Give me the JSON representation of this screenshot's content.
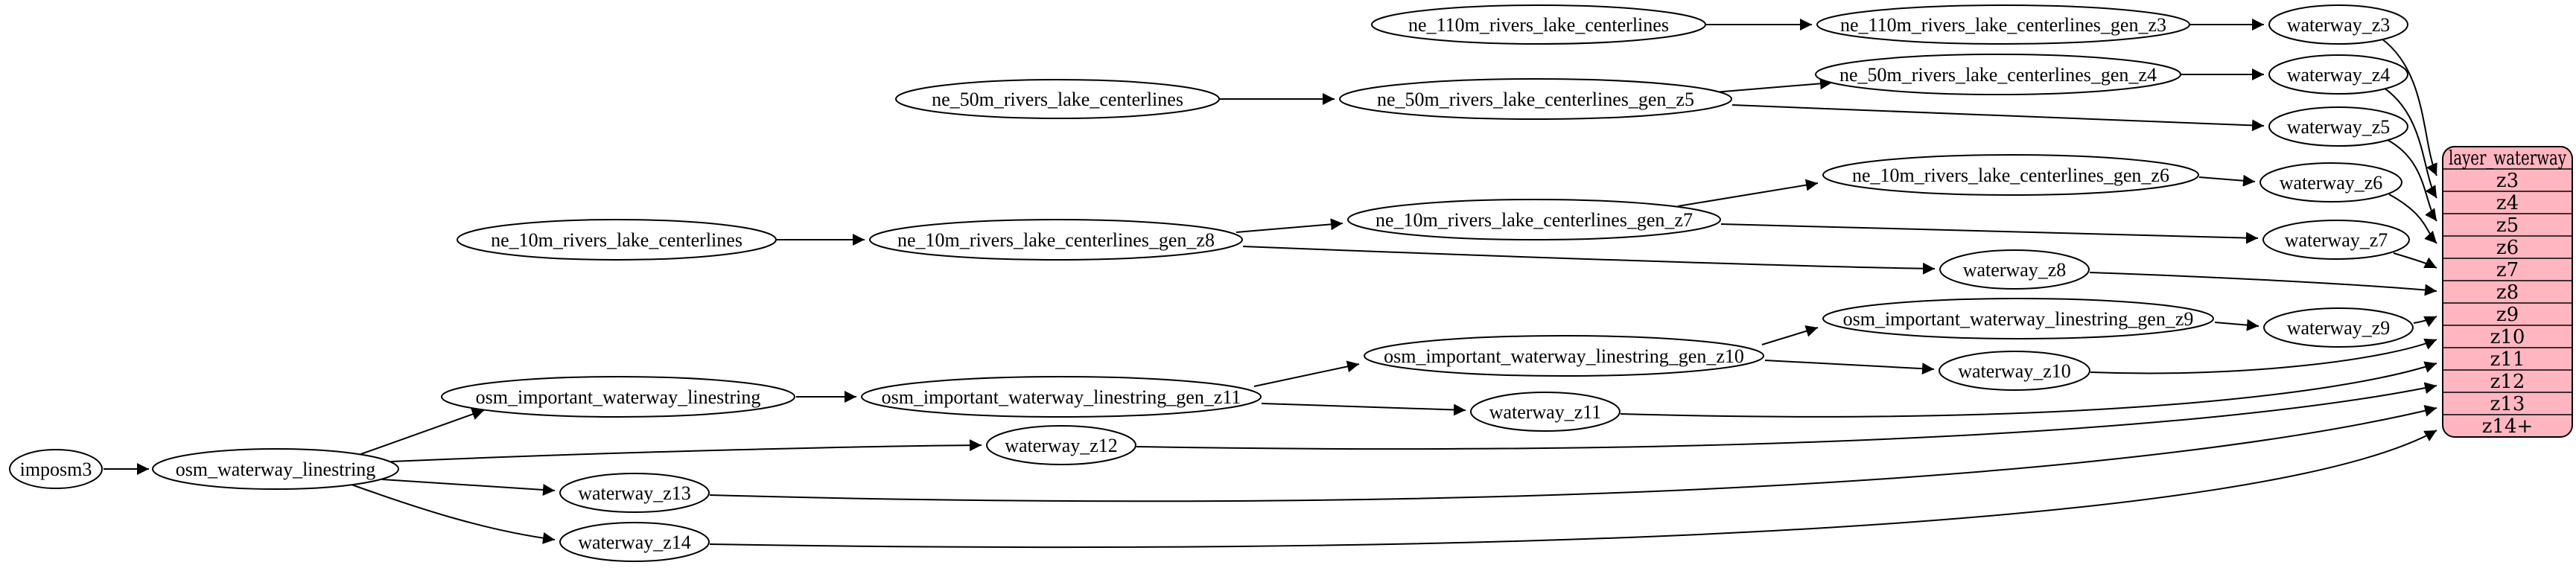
{
  "diagram": {
    "type": "graph",
    "background": "#ffffff",
    "nodes": {
      "imposm3": "imposm3",
      "osm_waterway_linestring": "osm_waterway_linestring",
      "osm_important_waterway_linestring": "osm_important_waterway_linestring",
      "osm_important_waterway_linestring_gen_z11": "osm_important_waterway_linestring_gen_z11",
      "osm_important_waterway_linestring_gen_z10": "osm_important_waterway_linestring_gen_z10",
      "osm_important_waterway_linestring_gen_z9": "osm_important_waterway_linestring_gen_z9",
      "ne_110m_rivers_lake_centerlines": "ne_110m_rivers_lake_centerlines",
      "ne_110m_rivers_lake_centerlines_gen_z3": "ne_110m_rivers_lake_centerlines_gen_z3",
      "ne_50m_rivers_lake_centerlines": "ne_50m_rivers_lake_centerlines",
      "ne_50m_rivers_lake_centerlines_gen_z5": "ne_50m_rivers_lake_centerlines_gen_z5",
      "ne_50m_rivers_lake_centerlines_gen_z4": "ne_50m_rivers_lake_centerlines_gen_z4",
      "ne_10m_rivers_lake_centerlines": "ne_10m_rivers_lake_centerlines",
      "ne_10m_rivers_lake_centerlines_gen_z8": "ne_10m_rivers_lake_centerlines_gen_z8",
      "ne_10m_rivers_lake_centerlines_gen_z7": "ne_10m_rivers_lake_centerlines_gen_z7",
      "ne_10m_rivers_lake_centerlines_gen_z6": "ne_10m_rivers_lake_centerlines_gen_z6",
      "waterway_z3": "waterway_z3",
      "waterway_z4": "waterway_z4",
      "waterway_z5": "waterway_z5",
      "waterway_z6": "waterway_z6",
      "waterway_z7": "waterway_z7",
      "waterway_z8": "waterway_z8",
      "waterway_z9": "waterway_z9",
      "waterway_z10": "waterway_z10",
      "waterway_z11": "waterway_z11",
      "waterway_z12": "waterway_z12",
      "waterway_z13": "waterway_z13",
      "waterway_z14": "waterway_z14"
    },
    "record": {
      "title": "layer_waterway",
      "fill": "#ffb6c1",
      "border": "#000000",
      "rows": [
        "z3",
        "z4",
        "z5",
        "z6",
        "z7",
        "z8",
        "z9",
        "z10",
        "z11",
        "z12",
        "z13",
        "z14+"
      ]
    },
    "edges": [
      {
        "from": "imposm3",
        "to": "osm_waterway_linestring"
      },
      {
        "from": "osm_waterway_linestring",
        "to": "osm_important_waterway_linestring"
      },
      {
        "from": "osm_waterway_linestring",
        "to": "waterway_z12"
      },
      {
        "from": "osm_waterway_linestring",
        "to": "waterway_z13"
      },
      {
        "from": "osm_waterway_linestring",
        "to": "waterway_z14"
      },
      {
        "from": "osm_important_waterway_linestring",
        "to": "osm_important_waterway_linestring_gen_z11"
      },
      {
        "from": "osm_important_waterway_linestring_gen_z11",
        "to": "osm_important_waterway_linestring_gen_z10"
      },
      {
        "from": "osm_important_waterway_linestring_gen_z11",
        "to": "waterway_z11"
      },
      {
        "from": "osm_important_waterway_linestring_gen_z10",
        "to": "osm_important_waterway_linestring_gen_z9"
      },
      {
        "from": "osm_important_waterway_linestring_gen_z10",
        "to": "waterway_z10"
      },
      {
        "from": "osm_important_waterway_linestring_gen_z9",
        "to": "waterway_z9"
      },
      {
        "from": "ne_110m_rivers_lake_centerlines",
        "to": "ne_110m_rivers_lake_centerlines_gen_z3"
      },
      {
        "from": "ne_110m_rivers_lake_centerlines_gen_z3",
        "to": "waterway_z3"
      },
      {
        "from": "ne_50m_rivers_lake_centerlines",
        "to": "ne_50m_rivers_lake_centerlines_gen_z5"
      },
      {
        "from": "ne_50m_rivers_lake_centerlines_gen_z5",
        "to": "ne_50m_rivers_lake_centerlines_gen_z4"
      },
      {
        "from": "ne_50m_rivers_lake_centerlines_gen_z5",
        "to": "waterway_z5"
      },
      {
        "from": "ne_50m_rivers_lake_centerlines_gen_z4",
        "to": "waterway_z4"
      },
      {
        "from": "ne_10m_rivers_lake_centerlines",
        "to": "ne_10m_rivers_lake_centerlines_gen_z8"
      },
      {
        "from": "ne_10m_rivers_lake_centerlines_gen_z8",
        "to": "ne_10m_rivers_lake_centerlines_gen_z7"
      },
      {
        "from": "ne_10m_rivers_lake_centerlines_gen_z8",
        "to": "waterway_z8"
      },
      {
        "from": "ne_10m_rivers_lake_centerlines_gen_z7",
        "to": "ne_10m_rivers_lake_centerlines_gen_z6"
      },
      {
        "from": "ne_10m_rivers_lake_centerlines_gen_z7",
        "to": "waterway_z7"
      },
      {
        "from": "ne_10m_rivers_lake_centerlines_gen_z6",
        "to": "waterway_z6"
      },
      {
        "from": "waterway_z3",
        "to": "layer_waterway.z3"
      },
      {
        "from": "waterway_z4",
        "to": "layer_waterway.z4"
      },
      {
        "from": "waterway_z5",
        "to": "layer_waterway.z5"
      },
      {
        "from": "waterway_z6",
        "to": "layer_waterway.z6"
      },
      {
        "from": "waterway_z7",
        "to": "layer_waterway.z7"
      },
      {
        "from": "waterway_z8",
        "to": "layer_waterway.z8"
      },
      {
        "from": "waterway_z9",
        "to": "layer_waterway.z9"
      },
      {
        "from": "waterway_z10",
        "to": "layer_waterway.z10"
      },
      {
        "from": "waterway_z11",
        "to": "layer_waterway.z11"
      },
      {
        "from": "waterway_z12",
        "to": "layer_waterway.z12"
      },
      {
        "from": "waterway_z13",
        "to": "layer_waterway.z13"
      },
      {
        "from": "waterway_z14",
        "to": "layer_waterway.z14+"
      }
    ]
  }
}
